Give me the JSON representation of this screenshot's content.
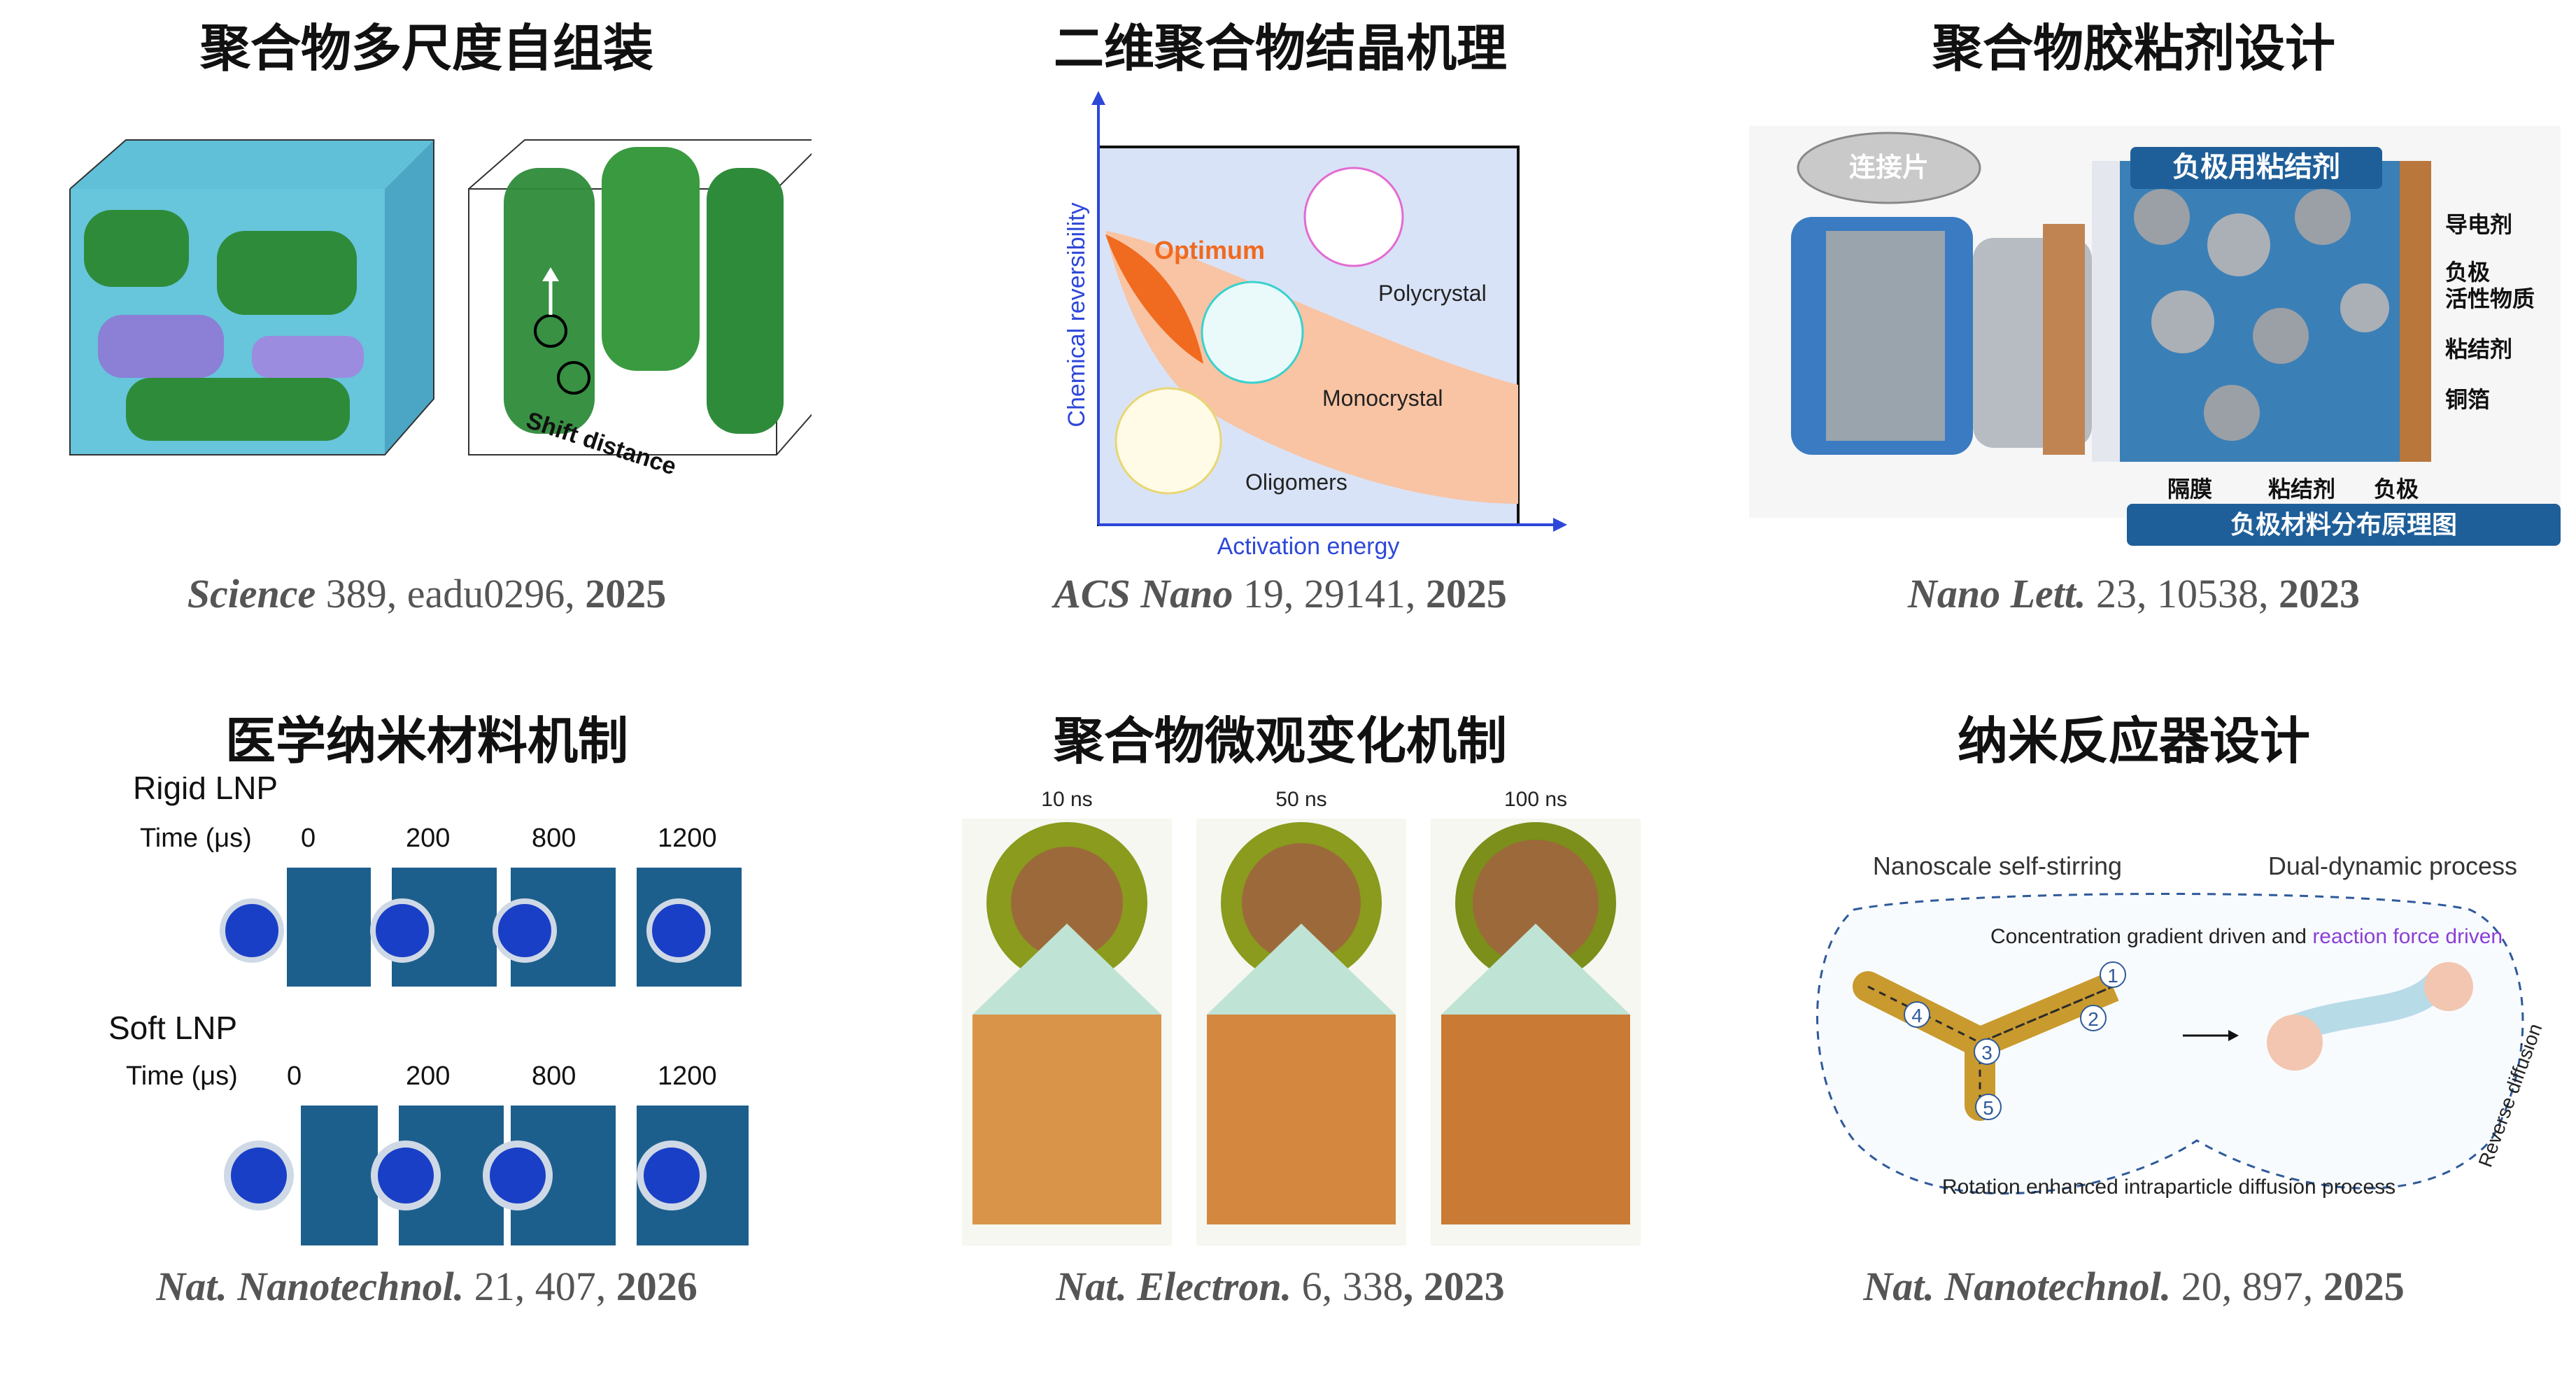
{
  "panels": [
    {
      "title": "聚合物多尺度自组装",
      "figure": {
        "label": "Shift distance"
      },
      "citation": {
        "journal": "Science",
        "rest": " 389, eadu0296, ",
        "year": "2025"
      }
    },
    {
      "title": "二维聚合物结晶机理",
      "figure": {
        "ylabel": "Chemical reversibility",
        "xlabel": "Activation energy",
        "optimum": "Optimum",
        "polycrystal": "Polycrystal",
        "monocrystal": "Monocrystal",
        "oligomers": "Oligomers"
      },
      "citation": {
        "journal": "ACS Nano",
        "rest": " 19, 29141, ",
        "year": "2025"
      }
    },
    {
      "title": "聚合物胶粘剂设计",
      "figure": {
        "cap": "连接片",
        "binder_title": "负极用粘结剂",
        "conductive": "导电剂",
        "active1": "负极",
        "active2": "活性物质",
        "binder": "粘结剂",
        "copper": "铜箔",
        "separator": "隔膜",
        "binder2": "粘结剂",
        "anode": "负极",
        "footer": "负极材料分布原理图"
      },
      "citation": {
        "journal": "Nano Lett.",
        "rest": " 23, 10538, ",
        "year": "2023"
      }
    },
    {
      "title": "医学纳米材料机制",
      "figure": {
        "rigid": "Rigid LNP",
        "soft": "Soft LNP",
        "time": "Time (μs)",
        "times": [
          "0",
          "200",
          "800",
          "1200"
        ]
      },
      "citation": {
        "journal": "Nat. Nanotechnol.",
        "rest": " 21, 407, ",
        "year": "2026"
      }
    },
    {
      "title": "聚合物微观变化机制",
      "figure": {
        "times": [
          "10 ns",
          "50 ns",
          "100 ns"
        ]
      },
      "citation": {
        "journal": "Nat. Electron.",
        "rest": " 6, 338",
        "year": ", 2023"
      }
    },
    {
      "title": "纳米反应器设计",
      "figure": {
        "left_head": "Nanoscale self-stirring",
        "right_head": "Dual-dynamic process",
        "line1a": "Concentration gradient driven and ",
        "line1b": "reaction force driven",
        "bottom": "Rotation enhanced intraparticle diffusion process",
        "side": "Reverse diffusion",
        "nums": [
          "1",
          "2",
          "3",
          "4",
          "5"
        ]
      },
      "citation": {
        "journal": "Nat. Nanotechnol.",
        "rest": " 20, 897, ",
        "year": "2025"
      }
    }
  ],
  "colors": {
    "accent_orange": "#f06a1f",
    "axis_blue": "#2d47d9",
    "polymer_green": "#2e8b3a",
    "battery_blue": "#1f5f99"
  }
}
